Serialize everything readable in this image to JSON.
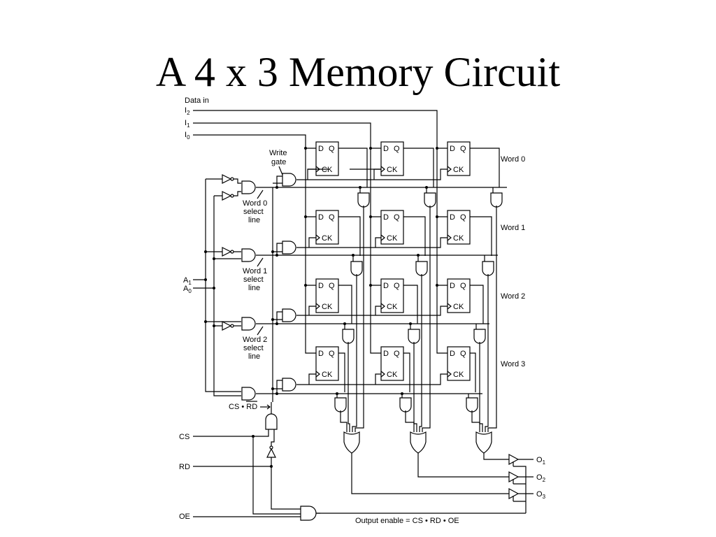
{
  "title": "A 4 x 3 Memory Circuit",
  "data_in_label": "Data in",
  "inputs": [
    {
      "base": "I",
      "sub": "2"
    },
    {
      "base": "I",
      "sub": "1"
    },
    {
      "base": "I",
      "sub": "0"
    }
  ],
  "address_inputs": [
    {
      "base": "A",
      "sub": "1"
    },
    {
      "base": "A",
      "sub": "0"
    }
  ],
  "write_gate_label": [
    "Write",
    "gate"
  ],
  "select_line_labels": [
    [
      "Word 0",
      "select",
      "line"
    ],
    [
      "Word 1",
      "select",
      "line"
    ],
    [
      "Word 2",
      "select",
      "line"
    ]
  ],
  "word_labels": [
    "Word 0",
    "Word 1",
    "Word 2",
    "Word 3"
  ],
  "flipflop": {
    "d": "D",
    "q": "Q",
    "ck": "CK"
  },
  "control_inputs": [
    "CS",
    "RD",
    "OE"
  ],
  "cs_rd_label": {
    "left": "CS • ",
    "right": "RD"
  },
  "outputs": [
    {
      "base": "O",
      "sub": "1"
    },
    {
      "base": "O",
      "sub": "2"
    },
    {
      "base": "O",
      "sub": "3"
    }
  ],
  "output_enable_label": "Output enable = CS • RD • OE"
}
